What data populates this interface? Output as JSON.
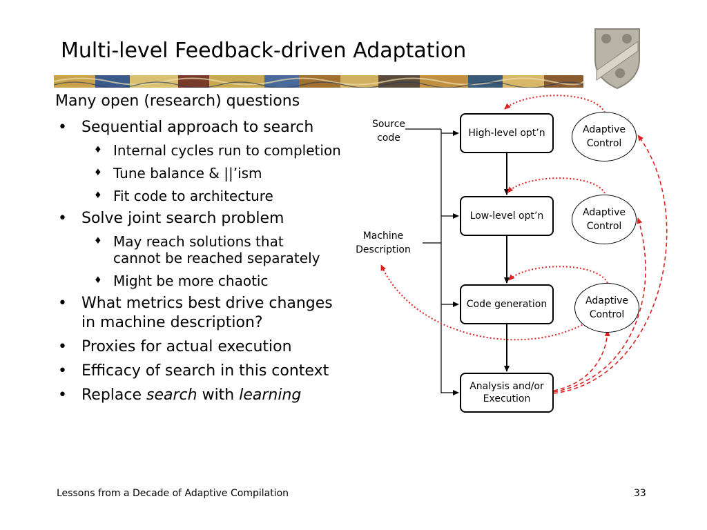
{
  "slide": {
    "title": "Multi-level Feedback-driven Adaptation",
    "heading": "Many open (research) questions",
    "bullets": {
      "sequential": "Sequential approach to search",
      "sub_internal": "Internal cycles run to completion",
      "sub_tune": "Tune balance & ||’ism",
      "sub_fit": "Fit code to architecture",
      "joint": "Solve joint search problem",
      "sub_reach_1": "May reach solutions that",
      "sub_reach_2": "cannot be reached separately",
      "sub_chaotic": "Might be more chaotic",
      "metrics_1": "What metrics best drive changes",
      "metrics_2": "in machine description?",
      "proxies": "Proxies for actual execution",
      "efficacy": "Efficacy of search in this context",
      "replace_a": "Replace ",
      "replace_b": "search",
      "replace_c": " with ",
      "replace_d": "learning"
    },
    "bullet_glyph": "•",
    "sub_glyph": "♦"
  },
  "diagram": {
    "source_1": "Source",
    "source_2": "code",
    "machine_1": "Machine",
    "machine_2": "Description",
    "high": "High-level opt’n",
    "low": "Low-level opt’n",
    "codegen": "Code generation",
    "analysis_1": "Analysis and/or",
    "analysis_2": "Execution",
    "adaptive": "Adaptive",
    "control": "Control"
  },
  "footer": {
    "text": "Lessons from a Decade of Adaptive Compilation",
    "page": "33"
  },
  "colors": {
    "feedback_red": "#e02020"
  }
}
